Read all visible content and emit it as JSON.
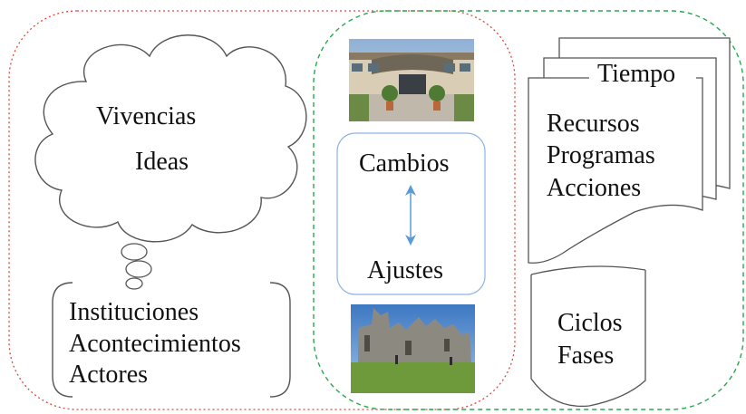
{
  "thought_cloud": {
    "line1": "Vivencias",
    "line2": "Ideas"
  },
  "bracket_box": {
    "line1": "Instituciones",
    "line2": "Acontecimientos",
    "line3": "Actores"
  },
  "center_panel": {
    "top_label": "Cambios",
    "bottom_label": "Ajustes",
    "photo_top": "building-entrance-photo",
    "photo_bottom": "ruins-photo"
  },
  "document_stack": {
    "tab_label": "Tiempo",
    "line1": "Recursos",
    "line2": "Programas",
    "line3": "Acciones"
  },
  "cylinder": {
    "line1": "Ciclos",
    "line2": "Fases"
  },
  "colors": {
    "left_region_border": "#e0473c",
    "right_region_border": "#27a84b",
    "arrow": "#5b9bd5",
    "inner_box_border": "#8db4e2",
    "shape_stroke": "#555555"
  }
}
